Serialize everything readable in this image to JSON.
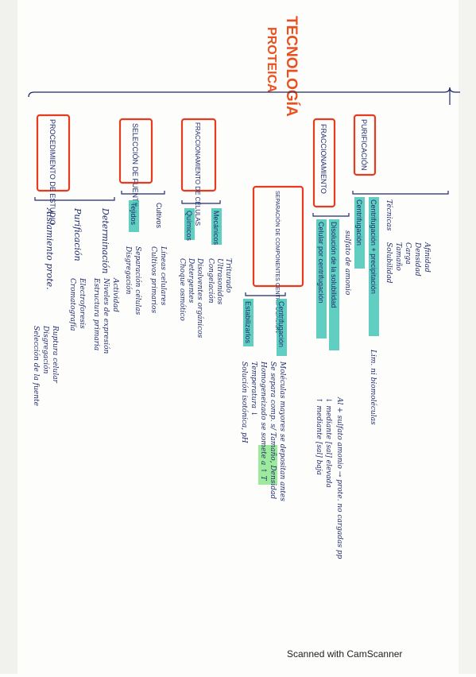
{
  "title": {
    "line1": "TECNOLOGÍA",
    "line2": "PROTEICA",
    "color": "#e8501f"
  },
  "colors": {
    "ink": "#1f2a6e",
    "box_red": "#e83a1e",
    "highlight_teal": "#2bbfae",
    "highlight_green": "#4fdb4f",
    "title_orange": "#e8501f"
  },
  "branches": [
    {
      "label": "PROCEDIMIENTO DE ESTUDIO",
      "items": [
        {
          "text": "Aislamiento prote.",
          "subs": [
            "Selección de la fuente",
            "Disgregación",
            "Ruptura celular"
          ]
        },
        {
          "text": "Purificación",
          "subs": [
            "Cromatografía",
            "Electroforesis"
          ]
        },
        {
          "text": "Determinación",
          "subs": [
            "Estructura primaria",
            "Niveles de expresión",
            "Actividad"
          ]
        }
      ]
    },
    {
      "label": "SELECCIÓN DE FUENTE",
      "items": [
        {
          "text": "Tejidos",
          "subs": [
            "Disgregación",
            "Separación células"
          ]
        },
        {
          "text": "Cultivos",
          "subs": [
            "Cultivos primarios",
            "Líneas celulares"
          ]
        }
      ]
    },
    {
      "label": "FRACCIONAMIENTO DE CÉLULAS",
      "items": [
        {
          "text": "Químicos",
          "subs": [
            "Choque osmótico",
            "Detergentes",
            "Disolventes orgánicos"
          ]
        },
        {
          "text": "Mecánicos",
          "subs": [
            "Congelación",
            "Ultrasonidos",
            "Triturado"
          ]
        }
      ]
    },
    {
      "label": "SEPARACIÓN DE COMPONENTES CENTRIFUGACIÓN",
      "items": [
        {
          "text": "Estabilizarlos",
          "subs": [
            "Solución isotónica, pH",
            "Temperatura ↓"
          ]
        },
        {
          "text": "Centrifugación",
          "subs": [
            "Homogeneizado se somete a ↑ T",
            "Se separa comp. s/ Tamaño, Densidad",
            "Moléculas mayores se depositan antes"
          ]
        }
      ]
    },
    {
      "label": "FRACCIONAMIENTO",
      "items": [
        {
          "text": "Celular por centrifugación",
          "subs": [
            "↑ mediante [sal] baja",
            "↓ mediante [sal] elevada"
          ]
        },
        {
          "text": "Disolución de la solubilidad",
          "subs": []
        },
        {
          "text": "sulfato de amonio",
          "subs": [
            "Al + sulfato amonio → prote. no cargadas pp"
          ]
        }
      ]
    },
    {
      "label": "PURIFICACIÓN",
      "items": [
        {
          "text": "Centrifugación",
          "subs": []
        },
        {
          "text": "Centrifugación + precipitación",
          "subs": [
            "Lim. ni biomoléculas"
          ]
        },
        {
          "text": "Técnicas",
          "subs": [
            "Solubilidad",
            "Tamaño",
            "Carga",
            "Densidad",
            "Afinidad"
          ]
        }
      ]
    }
  ],
  "footer": {
    "scanner": "Scanned with CamScanner"
  }
}
